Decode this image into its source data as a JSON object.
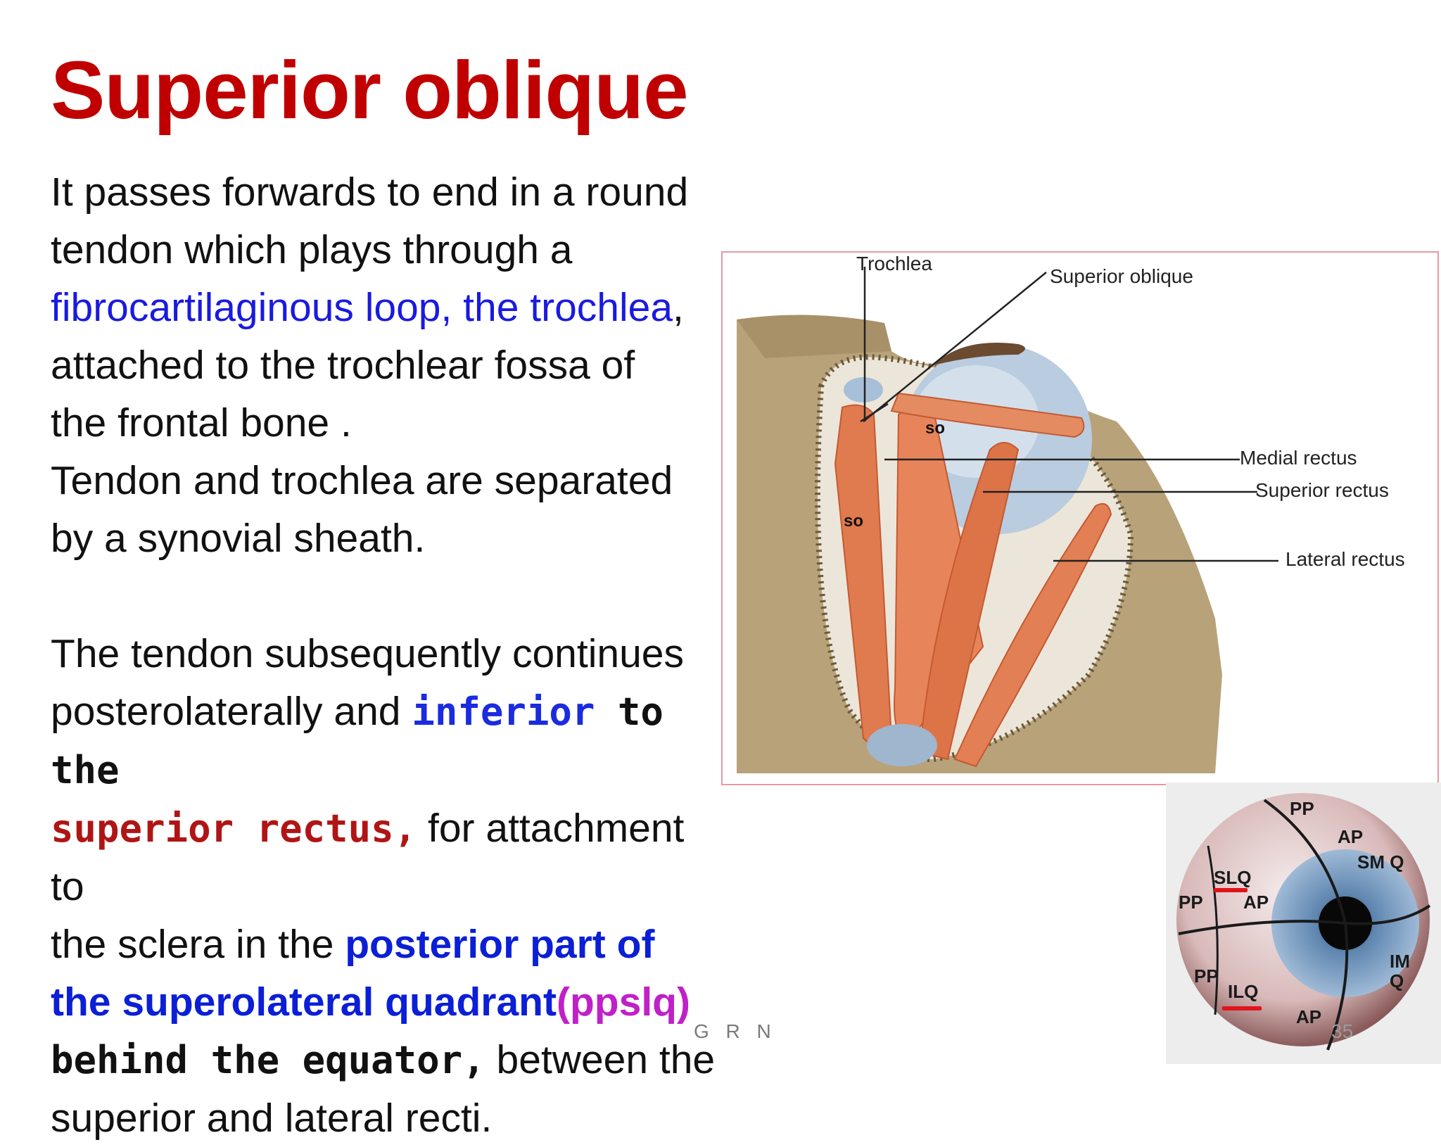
{
  "slide": {
    "title": "Superior oblique",
    "para1": {
      "l1": "It passes forwards to end in a round",
      "l2": "tendon which plays through a",
      "l3_blue": "fibrocartilaginous loop, the trochlea",
      "l3_tail": ",",
      "l4": "attached to the trochlear fossa of",
      "l5": "the frontal bone .",
      "l6": "Tendon and trochlea are separated",
      "l7": "by a synovial sheath."
    },
    "para2": {
      "l1": "The tendon subsequently continues",
      "l2_a": "posterolaterally and ",
      "l2_b": "inferior",
      "l2_c": " to the",
      "l3_a": "superior rectus,",
      "l3_b": " for attachment to",
      "l4_a": "the sclera in the ",
      "l4_b": "posterior part of",
      "l5_a": "the  superolateral quadrant",
      "l5_b": "(ppslq)",
      "l6_a": "behind the equator,",
      "l6_b": " between the",
      "l7": "superior and lateral recti."
    },
    "footer": "G R N",
    "page_number": "35"
  },
  "figure_orbit": {
    "labels": {
      "trochlea": "Trochlea",
      "superior_oblique": "Superior oblique",
      "medial_rectus": "Medial rectus",
      "superior_rectus": "Superior rectus",
      "lateral_rectus": "Lateral rectus",
      "so_1": "so",
      "so_2": "so"
    }
  },
  "figure_eye": {
    "labels": {
      "pp_top": "PP",
      "ap_top": "AP",
      "smq": "SM Q",
      "slq": "SLQ",
      "pp_left": "PP",
      "ap_mid": "AP",
      "pp_low": "PP",
      "ilq": "ILQ",
      "ap_bottom": "AP",
      "imq": "IM Q"
    }
  },
  "colors": {
    "title": "#c00000",
    "blue_text": "#1a1ae0",
    "magenta_text": "#c020c8",
    "red_mono": "#b01515",
    "figure_border": "#e59aa0"
  }
}
